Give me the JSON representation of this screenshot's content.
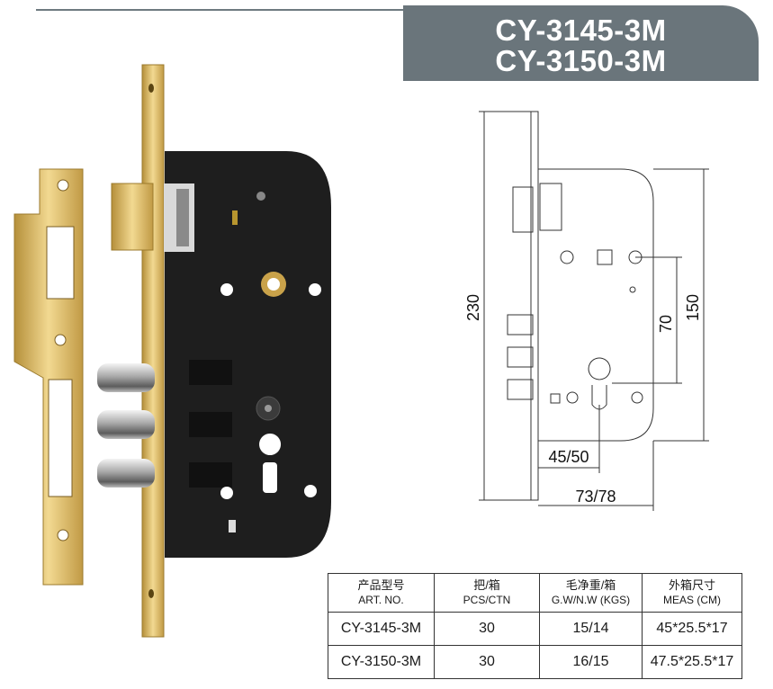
{
  "header": {
    "model_line_1": "CY-3145-3M",
    "model_line_2": "CY-3150-3M"
  },
  "drawing": {
    "dim_height_total": "230",
    "dim_height_150": "150",
    "dim_height_70": "70",
    "dim_backset": "45/50",
    "dim_width": "73/78"
  },
  "spec_table": {
    "headers": [
      {
        "zh": "产品型号",
        "en": "ART. NO."
      },
      {
        "zh": "把/箱",
        "en": "PCS/CTN"
      },
      {
        "zh": "毛净重/箱",
        "en": "G.W/N.W (KGS)"
      },
      {
        "zh": "外箱尺寸",
        "en": "MEAS (CM)"
      }
    ],
    "rows": [
      [
        "CY-3145-3M",
        "30",
        "15/14",
        "45*25.5*17"
      ],
      [
        "CY-3150-3M",
        "30",
        "16/15",
        "47.5*25.5*17"
      ]
    ]
  },
  "colors": {
    "title_bar": "#6a757b",
    "lock_body": "#1e1e1e",
    "brass": "#d8b35e"
  }
}
